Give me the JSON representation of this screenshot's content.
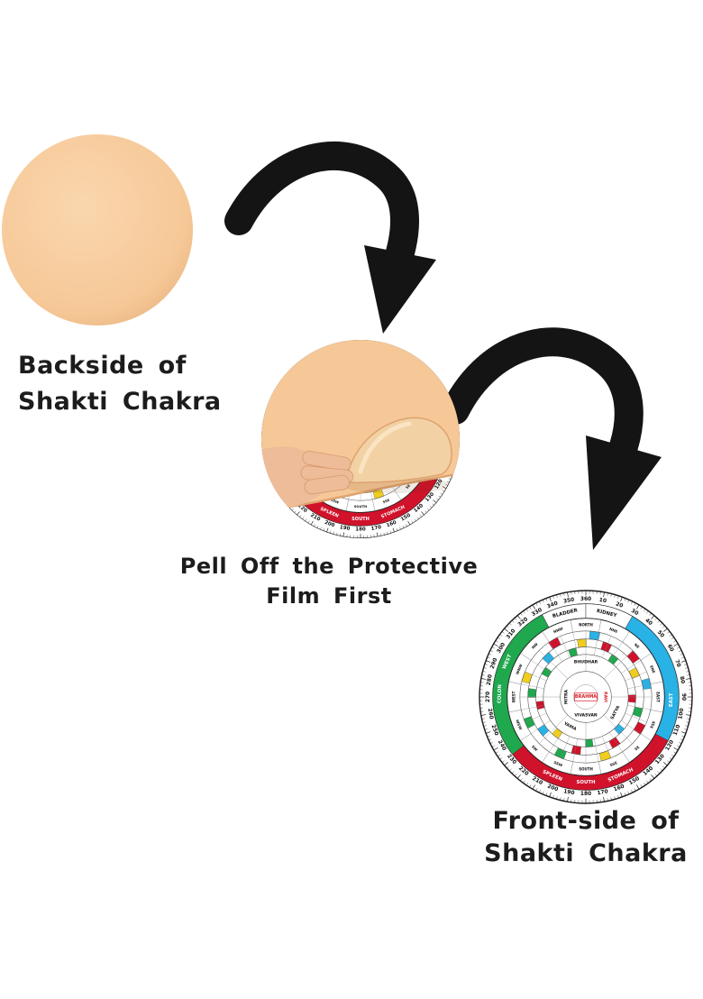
{
  "captions": {
    "backside_line1": "Backside of",
    "backside_line2": "Shakti Chakra",
    "peel_line1": "Pell Off the Protective",
    "peel_line2": "Film First",
    "front_line1": "Front-side of",
    "front_line2": "Shakti Chakra"
  },
  "colors": {
    "background": "#ffffff",
    "text": "#1c1c1c",
    "arrow": "#141414",
    "film": "#f6c897",
    "film_highlight": "#fad7ae",
    "film_shadow": "#dda36f",
    "flap": "#f2d1a4",
    "skin": "#eebc98",
    "brahma_red": "#d51921",
    "wheel_red": "#d1122b",
    "wheel_green": "#1fa84d",
    "wheel_blue": "#28b2e6",
    "wheel_yellow": "#f0cd1e"
  },
  "wheel": {
    "center_label": "BRAHMA",
    "degree_step": 10,
    "degree_end": 360,
    "ring2_segments": [
      {
        "start": 332,
        "end": 360,
        "fill": "#ffffff"
      },
      {
        "start": 0,
        "end": 30,
        "fill": "#ffffff"
      },
      {
        "start": 30,
        "end": 118,
        "fill": "#28b2e6"
      },
      {
        "start": 118,
        "end": 232,
        "fill": "#d1122b"
      },
      {
        "start": 232,
        "end": 332,
        "fill": "#1fa84d"
      }
    ],
    "ring2_labels": [
      {
        "text": "BLADDER",
        "angle": 346,
        "color": "#111111"
      },
      {
        "text": "KIDNEY",
        "angle": 14,
        "color": "#111111"
      },
      {
        "text": "EAST",
        "angle": 92,
        "color": "#ffffff"
      },
      {
        "text": "STOMACH",
        "angle": 156,
        "color": "#ffffff"
      },
      {
        "text": "SOUTH",
        "angle": 180,
        "color": "#ffffff"
      },
      {
        "text": "SPLEEN",
        "angle": 203,
        "color": "#ffffff"
      },
      {
        "text": "COLON",
        "angle": 272,
        "color": "#ffffff"
      },
      {
        "text": "WEST",
        "angle": 294,
        "color": "#ffffff"
      }
    ],
    "compass_labels": [
      "NORTH",
      "NNE",
      "NE",
      "ENE",
      "EAST",
      "ESE",
      "SE",
      "SSE",
      "SOUTH",
      "SSW",
      "SW",
      "WSW",
      "WEST",
      "WNW",
      "NW",
      "NNW"
    ],
    "outer_deities": [
      {
        "text": "BHUDHAR",
        "angle": 0,
        "color": "#111111"
      },
      {
        "text": "SATYA",
        "angle": 118,
        "color": "#111111"
      },
      {
        "text": "YAMA",
        "angle": 208,
        "color": "#111111"
      }
    ],
    "inner_deities": [
      {
        "text": "RAVI",
        "angle": 90,
        "color": "#d51921"
      },
      {
        "text": "VIVASVAN",
        "angle": 180,
        "color": "#111111"
      },
      {
        "text": "MITRA",
        "angle": 270,
        "color": "#111111"
      }
    ],
    "cells": [
      {
        "a": 8,
        "b": 0,
        "c": "#28b2e6"
      },
      {
        "a": 22,
        "b": 1,
        "c": "#d1122b"
      },
      {
        "a": 36,
        "b": 2,
        "c": "#1fa84d"
      },
      {
        "a": 50,
        "b": 0,
        "c": "#d1122b"
      },
      {
        "a": 64,
        "b": 1,
        "c": "#f0cd1e"
      },
      {
        "a": 78,
        "b": 0,
        "c": "#28b2e6"
      },
      {
        "a": 92,
        "b": 2,
        "c": "#d1122b"
      },
      {
        "a": 106,
        "b": 1,
        "c": "#1fa84d"
      },
      {
        "a": 120,
        "b": 0,
        "c": "#d1122b"
      },
      {
        "a": 134,
        "b": 2,
        "c": "#28b2e6"
      },
      {
        "a": 148,
        "b": 1,
        "c": "#d1122b"
      },
      {
        "a": 162,
        "b": 0,
        "c": "#f0cd1e"
      },
      {
        "a": 176,
        "b": 2,
        "c": "#1fa84d"
      },
      {
        "a": 190,
        "b": 1,
        "c": "#d1122b"
      },
      {
        "a": 204,
        "b": 0,
        "c": "#1fa84d"
      },
      {
        "a": 218,
        "b": 2,
        "c": "#f0cd1e"
      },
      {
        "a": 232,
        "b": 1,
        "c": "#28b2e6"
      },
      {
        "a": 246,
        "b": 0,
        "c": "#1fa84d"
      },
      {
        "a": 260,
        "b": 2,
        "c": "#d1122b"
      },
      {
        "a": 274,
        "b": 1,
        "c": "#1fa84d"
      },
      {
        "a": 288,
        "b": 0,
        "c": "#f0cd1e"
      },
      {
        "a": 302,
        "b": 2,
        "c": "#1fa84d"
      },
      {
        "a": 316,
        "b": 1,
        "c": "#28b2e6"
      },
      {
        "a": 330,
        "b": 0,
        "c": "#d1122b"
      },
      {
        "a": 344,
        "b": 2,
        "c": "#1fa84d"
      },
      {
        "a": 356,
        "b": 1,
        "c": "#f0cd1e"
      }
    ]
  }
}
